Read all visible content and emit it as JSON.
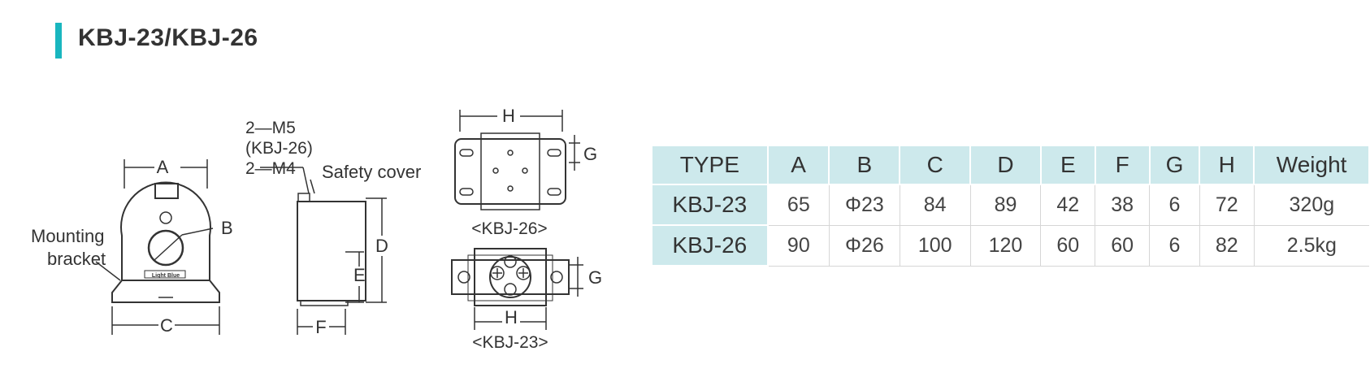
{
  "title": "KBJ-23/KBJ-26",
  "drawing_labels": {
    "a": "A",
    "b": "B",
    "c": "C",
    "d": "D",
    "e": "E",
    "f": "F",
    "g1": "G",
    "g2": "G",
    "h1": "H",
    "h2": "H",
    "mounting_1": "Mounting",
    "mounting_2": "bracket",
    "m5": "2—M5",
    "kbj26_note": "(KBJ-26)",
    "m4": "2—M4",
    "safety_cover": "Safety cover",
    "caption_26": "<KBJ-26>",
    "caption_23": "<KBJ-23>",
    "logo": "Light Blue"
  },
  "table": {
    "headers": [
      "TYPE",
      "A",
      "B",
      "C",
      "D",
      "E",
      "F",
      "G",
      "H",
      "Weight"
    ],
    "rows": [
      [
        "KBJ-23",
        "65",
        "Φ23",
        "84",
        "89",
        "42",
        "38",
        "6",
        "72",
        "320g"
      ],
      [
        "KBJ-26",
        "90",
        "Φ26",
        "100",
        "120",
        "60",
        "60",
        "6",
        "82",
        "2.5kg"
      ]
    ]
  }
}
